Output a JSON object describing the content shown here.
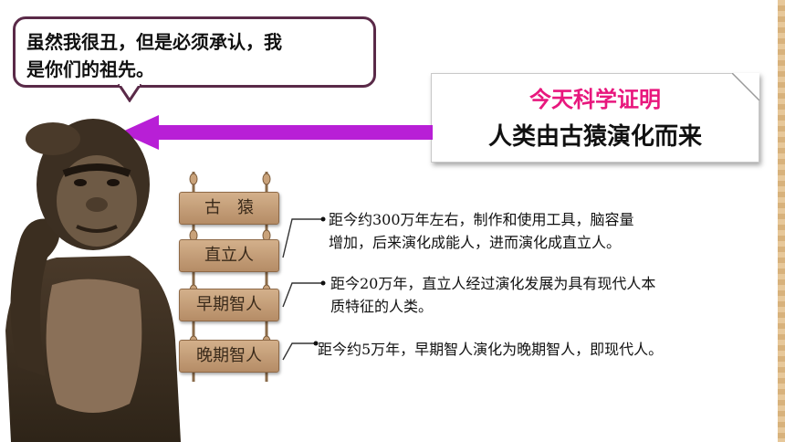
{
  "bubble": {
    "lines": [
      "虽然我很丑，但是必须承认，我",
      "是你们的祖先。"
    ]
  },
  "callout": {
    "line1": "今天科学证明",
    "line2": "人类由古猿演化而来"
  },
  "colors": {
    "arrow": "#b81fd6",
    "highlight": "#e8177d",
    "bubble_border": "#5a2a48",
    "sign_wood": "#c49d76"
  },
  "stages": [
    {
      "label": "古　猿",
      "desc": [
        "距今约300万年左右，制作和使用工具，脑容量",
        "增加，后来演化成能人，进而演化成直立人。"
      ]
    },
    {
      "label": "直立人",
      "desc": [
        "距今20万年，直立人经过演化发展为具有现代人本",
        "质特征的人类。"
      ]
    },
    {
      "label": "早期智人",
      "desc": [
        "距今约5万年，早期智人演化为晚期智人，即现代人。"
      ]
    },
    {
      "label": "晚期智人"
    }
  ]
}
